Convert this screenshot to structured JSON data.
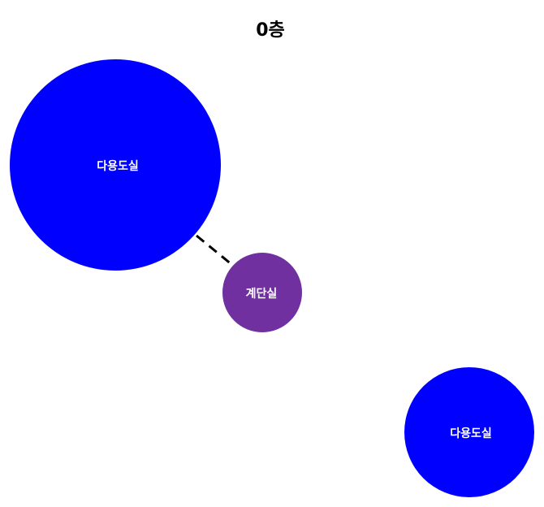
{
  "title": "0층",
  "nodes": [
    {
      "id": "n1",
      "label": "다용도실",
      "color": "#0000ff"
    },
    {
      "id": "n2",
      "label": "계단실",
      "color": "#7030a0"
    },
    {
      "id": "n3",
      "label": "다용도실",
      "color": "#0000ff"
    }
  ],
  "edges": [
    {
      "from": "n1",
      "to": "n2",
      "style": "dashed",
      "color": "#000000"
    }
  ]
}
